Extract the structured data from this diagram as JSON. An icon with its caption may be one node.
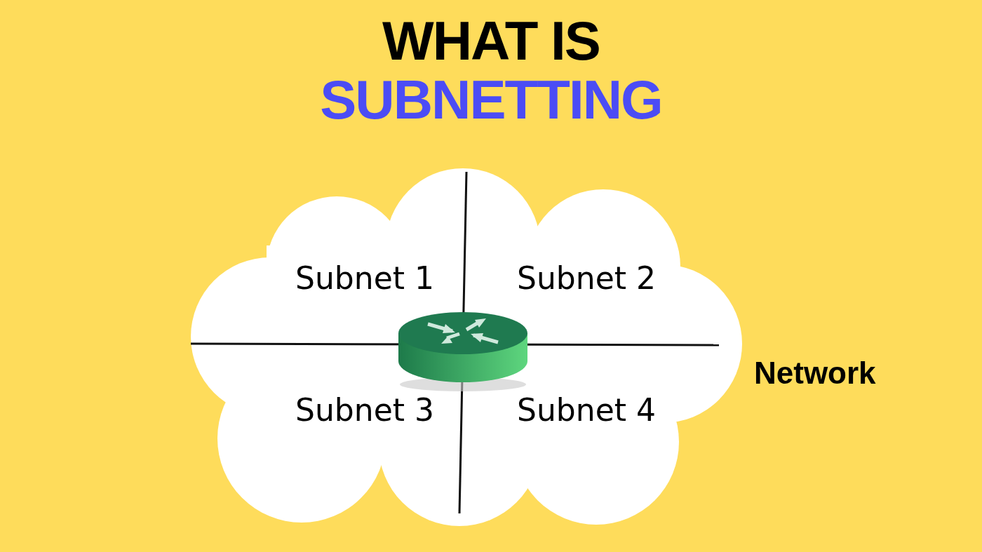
{
  "diagram": {
    "nodes": [
      {
        "text": [
          "Network"
        ]
      },
      {
        "text": [
          "Subnet 1"
        ],
        "in": 0
      },
      {
        "text": [
          "Subnet 2"
        ],
        "in": 0
      },
      {
        "text": [
          "Subnet 3"
        ],
        "in": 0
      },
      {
        "text": [
          "Subnet 4"
        ],
        "in": 0
      },
      {
        "text": [],
        "shape": "cylinder",
        "in": 0
      }
    ],
    "edges": [],
    "labels": [
      "WHAT IS",
      "SUBNETTING"
    ]
  }
}
